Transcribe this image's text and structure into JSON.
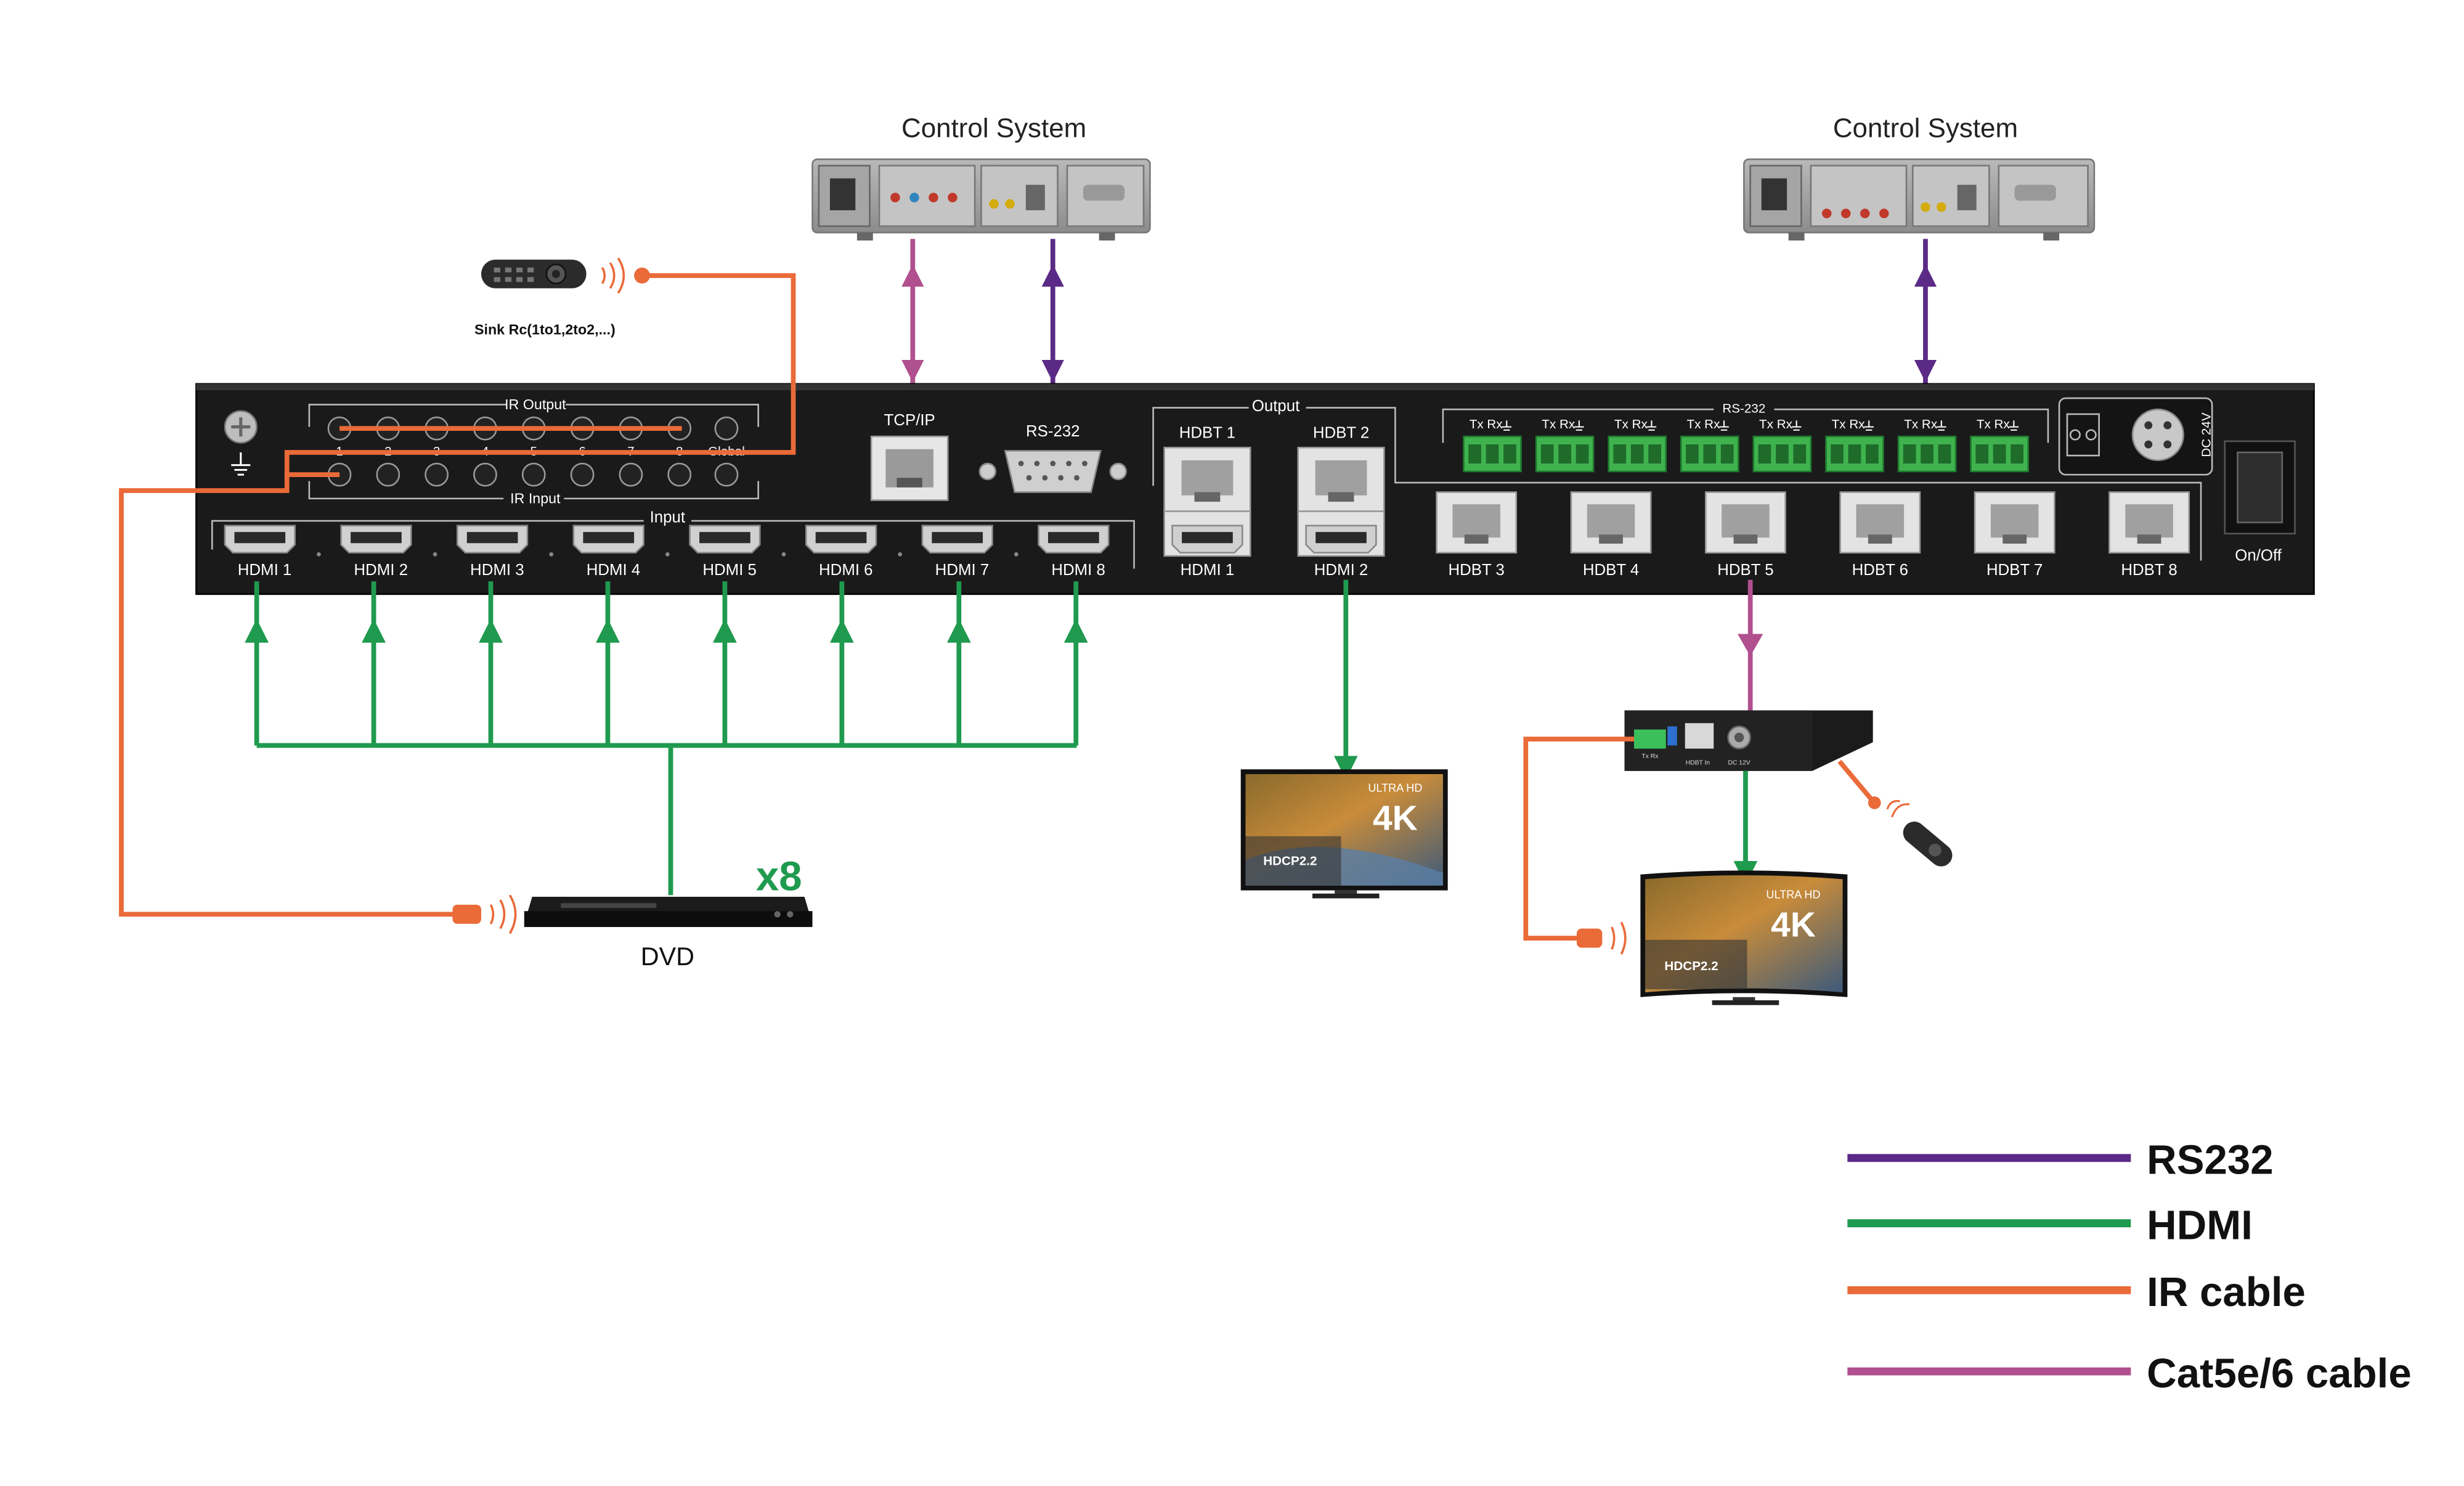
{
  "control_systems": [
    {
      "label": "Control System"
    },
    {
      "label": "Control System"
    }
  ],
  "remote_label": "Sink Rc(1to1,2to2,...)",
  "matrix": {
    "ir_output_label": "IR Output",
    "ir_input_label": "IR Input",
    "ir_port_numbers": [
      "1",
      "2",
      "3",
      "4",
      "5",
      "6",
      "7",
      "8"
    ],
    "global_label": "Global",
    "tcpip_label": "TCP/IP",
    "rs232_label": "RS-232",
    "output_label": "Output",
    "input_label": "Input",
    "hdbt_top_labels": [
      "HDBT 1",
      "HDBT 2"
    ],
    "hdmi_out_labels": [
      "HDMI 1",
      "HDMI 2"
    ],
    "hdbt_labels": [
      "HDBT 3",
      "HDBT 4",
      "HDBT 5",
      "HDBT 6",
      "HDBT 7",
      "HDBT 8"
    ],
    "rs232_group_label": "RS-232",
    "txrx_label": "Tx Rx",
    "dc_label": "DC 24V",
    "onoff_label": "On/Off",
    "hdmi_in_labels": [
      "HDMI 1",
      "HDMI 2",
      "HDMI 3",
      "HDMI 4",
      "HDMI 5",
      "HDMI 6",
      "HDMI 7",
      "HDMI 8"
    ]
  },
  "dvd": {
    "label": "DVD",
    "multiplier": "x8"
  },
  "tv_badges": {
    "ultra": "ULTRA HD",
    "res": "4K",
    "hdcp": "HDCP2.2"
  },
  "receiver": {
    "hdbt_in": "HDBT In",
    "dc": "DC 12V",
    "txrx": "Tx Rx"
  },
  "legend": [
    {
      "label": "RS232",
      "color": "#5b2a86"
    },
    {
      "label": "HDMI",
      "color": "#1f9a4e"
    },
    {
      "label": "IR cable",
      "color": "#ea6a38"
    },
    {
      "label": "Cat5e/6 cable",
      "color": "#b0508f"
    }
  ]
}
